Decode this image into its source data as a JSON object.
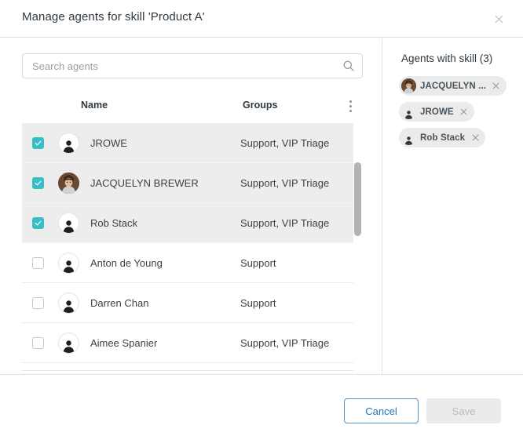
{
  "dialog": {
    "title": "Manage agents for skill 'Product A'",
    "close_icon": "close-icon"
  },
  "search": {
    "placeholder": "Search agents",
    "value": "",
    "icon": "search-icon"
  },
  "table": {
    "columns": {
      "name": "Name",
      "groups": "Groups"
    },
    "overflow_icon": "kebab-menu-icon",
    "rows": [
      {
        "name": "JROWE",
        "groups": "Support, VIP Triage",
        "selected": true,
        "avatar": "photo-none"
      },
      {
        "name": "JACQUELYN BREWER",
        "groups": "Support, VIP Triage",
        "selected": true,
        "avatar": "photo"
      },
      {
        "name": "Rob Stack",
        "groups": "Support, VIP Triage",
        "selected": true,
        "avatar": "photo-none"
      },
      {
        "name": "Anton de Young",
        "groups": "Support",
        "selected": false,
        "avatar": "photo-none"
      },
      {
        "name": "Darren Chan",
        "groups": "Support",
        "selected": false,
        "avatar": "photo-none"
      },
      {
        "name": "Aimee Spanier",
        "groups": "Support, VIP Triage",
        "selected": false,
        "avatar": "photo-none"
      },
      {
        "name": "",
        "groups": "",
        "selected": false,
        "avatar": "photo-none"
      }
    ]
  },
  "right_panel": {
    "title": "Agents with skill (3)",
    "chips": [
      {
        "label": "JACQUELYN ...",
        "avatar": "photo",
        "remove_icon": "close-icon"
      },
      {
        "label": "JROWE",
        "avatar": "silhouette",
        "remove_icon": "close-icon"
      },
      {
        "label": "Rob Stack",
        "avatar": "silhouette",
        "remove_icon": "close-icon"
      }
    ]
  },
  "footer": {
    "cancel_label": "Cancel",
    "save_label": "Save"
  },
  "colors": {
    "checkbox_checked": "#37bec6",
    "cancel_text": "#1f73b7",
    "selected_row_bg": "#ededed",
    "chip_bg": "#ebebeb"
  }
}
